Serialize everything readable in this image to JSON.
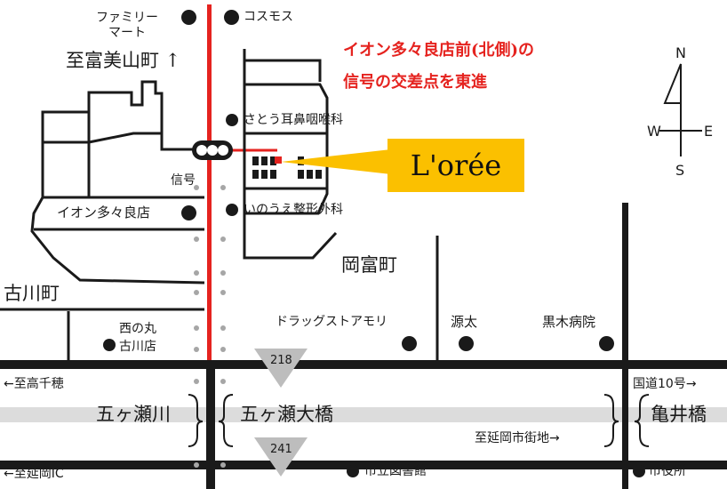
{
  "map": {
    "shop_name": "L'orée",
    "direction_note": [
      "イオン多々良店前(北側)の",
      "信号の交差点を東進"
    ],
    "areas": {
      "tomi_miyama": "至富美山町 ↑",
      "okatomi": "岡富町",
      "furukawa": "古川町"
    },
    "landmarks": {
      "familymart": [
        "ファミリー",
        "マート"
      ],
      "cosmos": "コスモス",
      "sato_ent": "さとう耳鼻咽喉科",
      "signal": "信号",
      "aeon": "イオン多々良店",
      "inoue": "いのうえ整形外科",
      "nishinomaru": [
        "西の丸",
        "古川店"
      ],
      "drugstore": "ドラッグストアモリ",
      "genta": "源太",
      "kuroki": "黒木病院",
      "library": "市立図書館",
      "city_hall": "市役所"
    },
    "roads": {
      "route_218": "218",
      "route_241": "241",
      "to_takachiho": "←至高千穂",
      "to_nobeoka_ic": "←至延岡IC",
      "route_10": "国道10号→",
      "to_downtown": "至延岡市街地→"
    },
    "river": {
      "name": "五ヶ瀬川",
      "bridge_gokase": "五ヶ瀬大橋",
      "bridge_kamei": "亀井橋"
    },
    "compass": {
      "n": "N",
      "s": "S",
      "e": "E",
      "w": "W"
    },
    "colors": {
      "route_red": "#e5231f",
      "shop_yellow": "#fbc000",
      "river_gray": "#dcdcdc",
      "ink": "#1a1a1a"
    }
  }
}
